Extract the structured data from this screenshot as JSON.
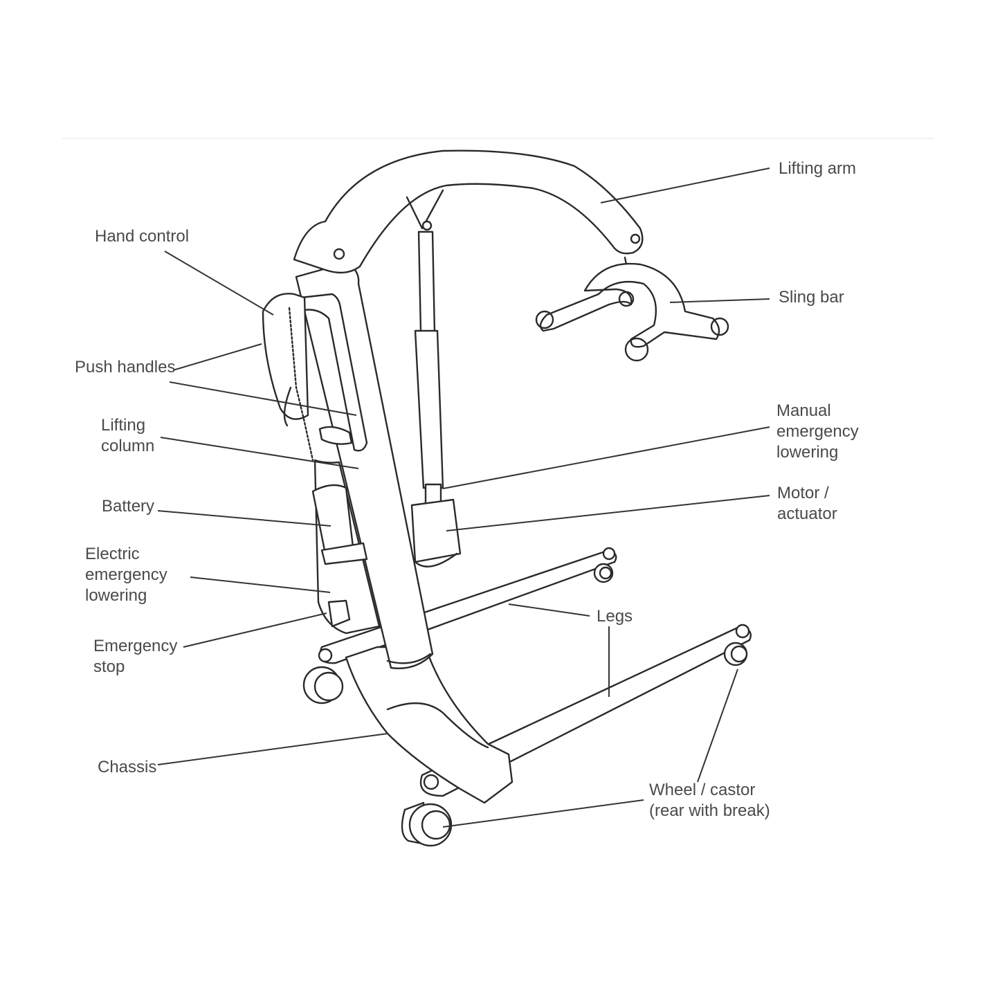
{
  "title": "Patient lift component diagram",
  "labels": {
    "lifting_arm": "Lifting arm",
    "hand_control": "Hand control",
    "sling_bar": "Sling bar",
    "push_handles": "Push handles",
    "lifting_column": [
      "Lifting",
      "column"
    ],
    "manual_emergency_lowering": [
      "Manual",
      "emergency",
      "lowering"
    ],
    "battery": "Battery",
    "motor_actuator": [
      "Motor /",
      "actuator"
    ],
    "electric_emergency_lowering": [
      "Electric",
      "emergency",
      "lowering"
    ],
    "legs": "Legs",
    "emergency_stop": [
      "Emergency",
      "stop"
    ],
    "chassis": "Chassis",
    "wheel_castor": [
      "Wheel / castor",
      "(rear with break)"
    ]
  }
}
